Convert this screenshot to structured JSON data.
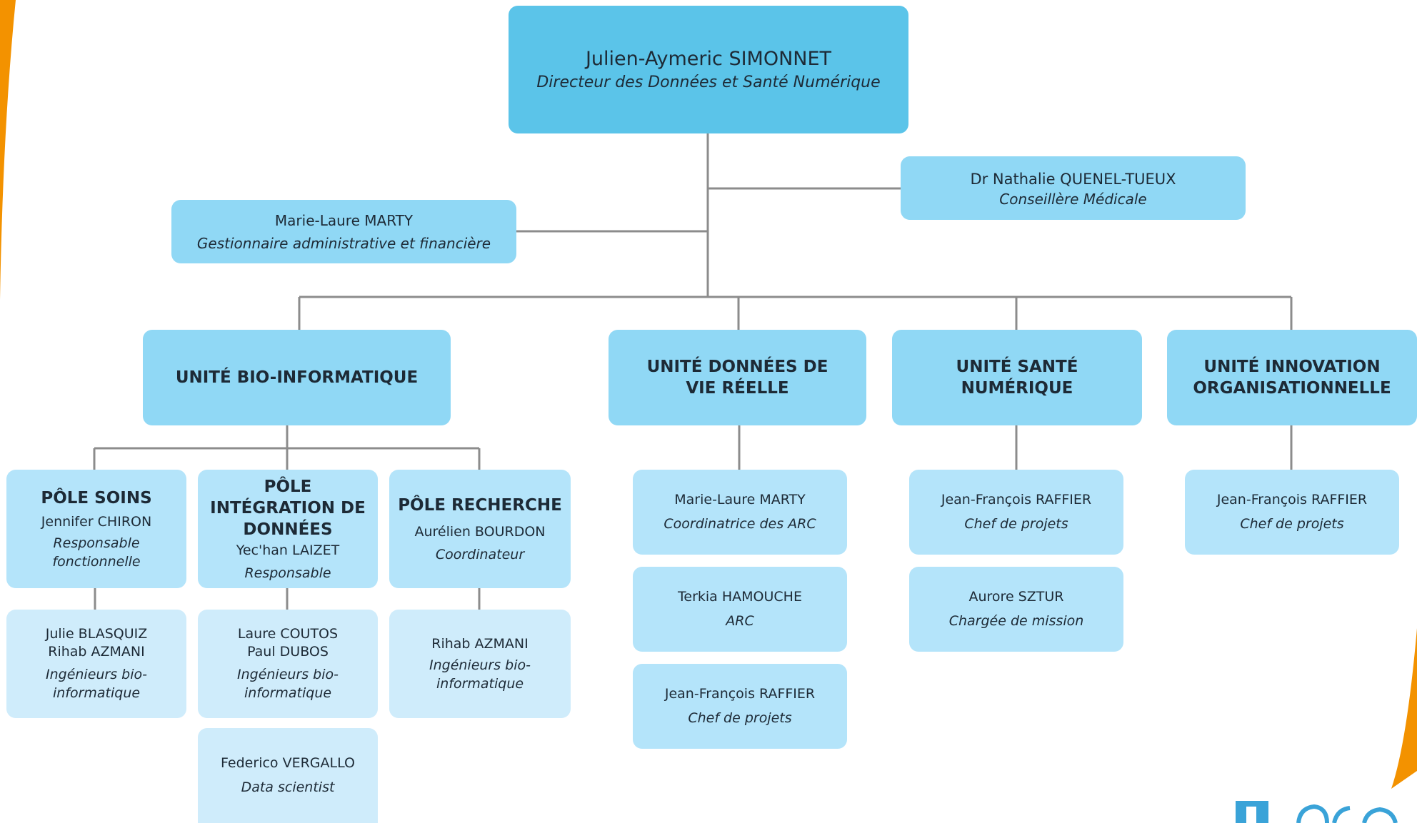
{
  "colors": {
    "top": "#5bc4e9",
    "unit": "#90d8f5",
    "pole": "#b4e4fa",
    "team": "#cfecfb",
    "connector": "#8c8c8c",
    "accent": "#f39200"
  },
  "director": {
    "name": "Julien-Aymeric SIMONNET",
    "role": "Directeur des Données et Santé Numérique"
  },
  "advisor": {
    "name": "Dr Nathalie QUENEL-TUEUX",
    "role": "Conseillère Médicale"
  },
  "admin": {
    "name": "Marie-Laure MARTY",
    "role": "Gestionnaire administrative et financière"
  },
  "units": [
    {
      "title": "UNITÉ BIO-INFORMATIQUE"
    },
    {
      "title": "UNITÉ DONNÉES DE VIE RÉELLE"
    },
    {
      "title": "UNITÉ SANTÉ NUMÉRIQUE"
    },
    {
      "title": "UNITÉ INNOVATION ORGANISATIONNELLE"
    }
  ],
  "poles": [
    {
      "title": "PÔLE SOINS",
      "name": "Jennifer CHIRON",
      "role": "Responsable fonctionnelle",
      "team": [
        {
          "name": "Julie BLASQUIZ",
          "name2": "Rihab AZMANI",
          "role": "Ingénieurs bio-informatique"
        }
      ]
    },
    {
      "title": "PÔLE INTÉGRATION DE DONNÉES",
      "name": "Yec'han LAIZET",
      "role": "Responsable",
      "team": [
        {
          "name": "Laure COUTOS",
          "name2": "Paul DUBOS",
          "role": "Ingénieurs bio-informatique"
        },
        {
          "name": "Federico VERGALLO",
          "role": "Data scientist"
        }
      ]
    },
    {
      "title": "PÔLE RECHERCHE",
      "name": "Aurélien BOURDON",
      "role": "Coordinateur",
      "team": [
        {
          "name": "Rihab AZMANI",
          "role": "Ingénieurs bio-informatique"
        }
      ]
    }
  ],
  "rwd_staff": [
    {
      "name": "Marie-Laure MARTY",
      "role": "Coordinatrice des ARC"
    },
    {
      "name": "Terkia HAMOUCHE",
      "role": "ARC"
    },
    {
      "name": "Jean-François RAFFIER",
      "role": "Chef de projets"
    }
  ],
  "digital_staff": [
    {
      "name": "Jean-François RAFFIER",
      "role": "Chef de projets"
    },
    {
      "name": "Aurore SZTUR",
      "role": "Chargée de mission"
    }
  ],
  "innovation_staff": [
    {
      "name": "Jean-François RAFFIER",
      "role": "Chef de projets"
    }
  ]
}
